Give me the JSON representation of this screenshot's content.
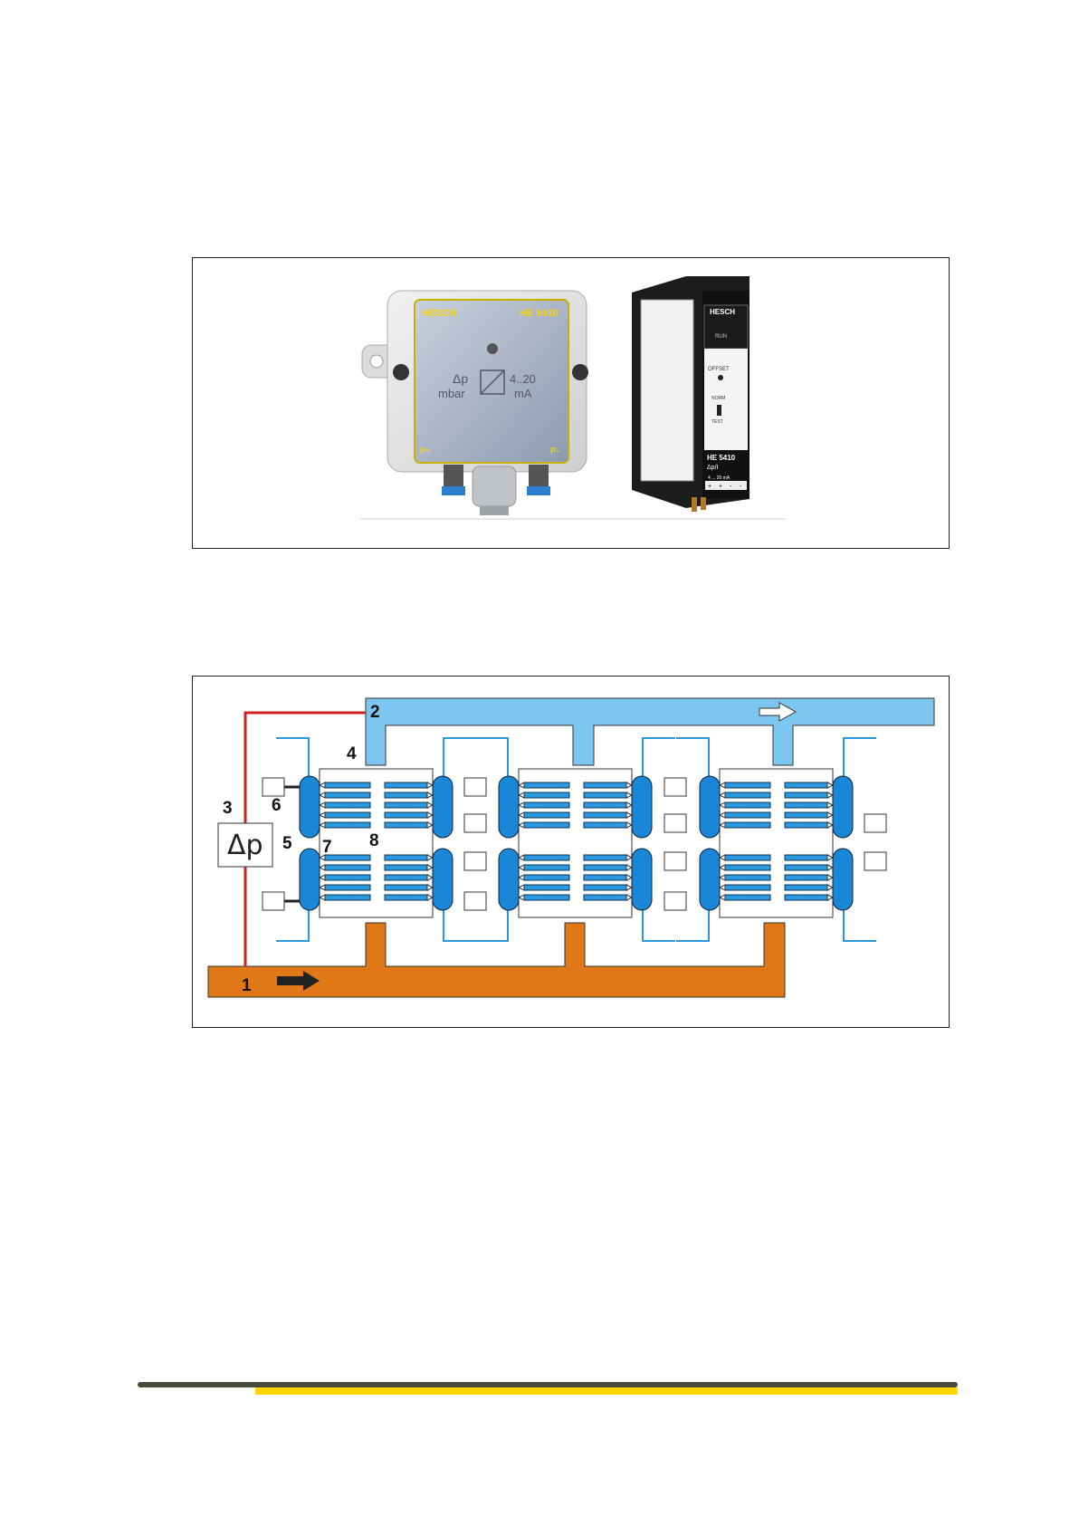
{
  "photo": {
    "left_device": {
      "brand": "HESCH",
      "model": "HE 5410",
      "face_symbol": "Δp",
      "face_unit": "mbar",
      "face_output": "4..20",
      "face_output_unit": "mA",
      "port_left": "P+",
      "port_right": "P-"
    },
    "right_device": {
      "brand": "HESCH",
      "run_label": "RUN",
      "offset_label": "OFFSET",
      "norm_label": "NORM",
      "test_label": "TEST",
      "model": "HE 5410",
      "model_sub": "Δp/I",
      "range": "4 ... 20 mA",
      "terminal_1": "+",
      "terminal_2": "+",
      "terminal_3": "-",
      "terminal_4": "-"
    }
  },
  "diagram": {
    "labels": {
      "l1": "1",
      "l2": "2",
      "l3": "3",
      "l4": "4",
      "l5": "5",
      "l6": "6",
      "l7": "7",
      "l8": "8"
    },
    "dp_box": "Δp",
    "colors": {
      "supply_pipe": "#e07818",
      "return_pipe": "#7cc6f0",
      "pressure_line": "#cc2222",
      "header": "#1a86d8",
      "tube": "#2a9ae0"
    }
  }
}
